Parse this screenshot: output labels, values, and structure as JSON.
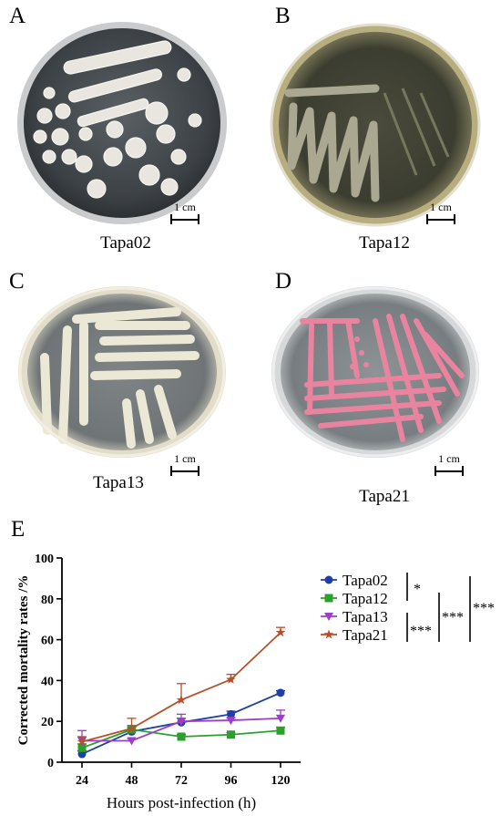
{
  "panels": [
    {
      "letter": "A",
      "caption": "Tapa02",
      "scale_label": "1 cm"
    },
    {
      "letter": "B",
      "caption": "Tapa12",
      "scale_label": "1 cm"
    },
    {
      "letter": "C",
      "caption": "Tapa13",
      "scale_label": "1 cm"
    },
    {
      "letter": "D",
      "caption": "Tapa21",
      "scale_label": "1 cm"
    }
  ],
  "chart_panel_letter": "E",
  "chart_data": {
    "type": "line",
    "title": "",
    "xlabel": "Hours post-infection (h)",
    "ylabel": "Corrected mortality rates /%",
    "x": [
      24,
      48,
      72,
      96,
      120
    ],
    "xticks": [
      "24",
      "48",
      "72",
      "96",
      "120"
    ],
    "yticks": [
      "0",
      "20",
      "40",
      "60",
      "80",
      "100"
    ],
    "ylim": [
      0,
      100
    ],
    "grid": false,
    "legend_position": "right",
    "series": [
      {
        "name": "Tapa02",
        "marker": "circle",
        "color": "#1f3fa8",
        "values": [
          4,
          15,
          19.5,
          23.5,
          34
        ],
        "errors": [
          1.5,
          2,
          2,
          1.5,
          1
        ]
      },
      {
        "name": "Tapa12",
        "marker": "square",
        "color": "#2ca02c",
        "values": [
          7,
          16,
          12.5,
          13.5,
          15.5
        ],
        "errors": [
          2,
          2,
          1,
          1,
          1.5
        ]
      },
      {
        "name": "Tapa13",
        "marker": "triangle-down",
        "color": "#9b3fc6",
        "values": [
          10.5,
          10.5,
          20,
          20.5,
          21.5
        ],
        "errors": [
          5,
          1,
          3.5,
          1,
          4
        ]
      },
      {
        "name": "Tapa21",
        "marker": "star",
        "color": "#b5502a",
        "values": [
          10,
          16.5,
          30.5,
          40.5,
          63.5
        ],
        "errors": [
          2.5,
          5,
          8,
          2.5,
          2.5
        ]
      }
    ],
    "significance": [
      {
        "label": "*"
      },
      {
        "label": "***"
      },
      {
        "label": "***"
      },
      {
        "label": "***"
      }
    ]
  }
}
